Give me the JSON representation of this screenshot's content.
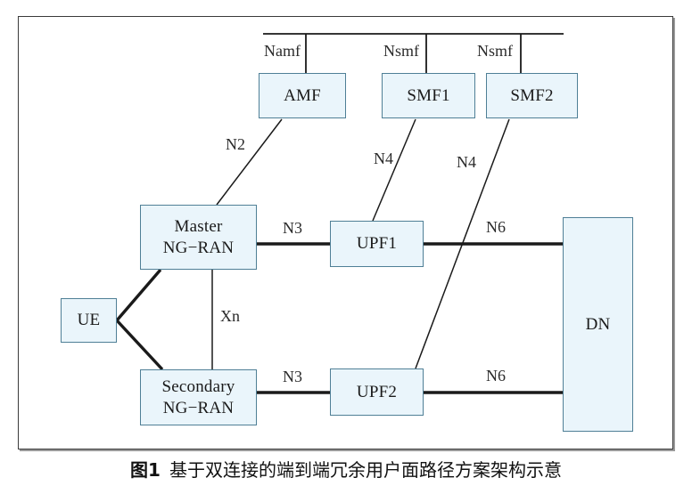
{
  "figure": {
    "caption_number": "图1",
    "caption_text": "基于双连接的端到端冗余用户面路径方案架构示意"
  },
  "colors": {
    "node_fill": "#eaf5fb",
    "node_border": "#4f7f96",
    "link": "#1a1a1a",
    "frame": "#3a3a3a"
  },
  "nodes": {
    "amf": {
      "label": "AMF"
    },
    "smf1": {
      "label": "SMF1"
    },
    "smf2": {
      "label": "SMF2"
    },
    "master_ran": {
      "label_line1": "Master",
      "label_line2": "NG−RAN"
    },
    "secondary_ran": {
      "label_line1": "Secondary",
      "label_line2": "NG−RAN"
    },
    "ue": {
      "label": "UE"
    },
    "upf1": {
      "label": "UPF1"
    },
    "upf2": {
      "label": "UPF2"
    },
    "dn": {
      "label": "DN"
    }
  },
  "bus_labels": {
    "namf": "Namf",
    "nsmf1": "Nsmf",
    "nsmf2": "Nsmf"
  },
  "edge_labels": {
    "n2": "N2",
    "n4_upf1": "N4",
    "n4_upf2": "N4",
    "n3_master": "N3",
    "n3_secondary": "N3",
    "n6_upf1": "N6",
    "n6_upf2": "N6",
    "xn": "Xn"
  }
}
